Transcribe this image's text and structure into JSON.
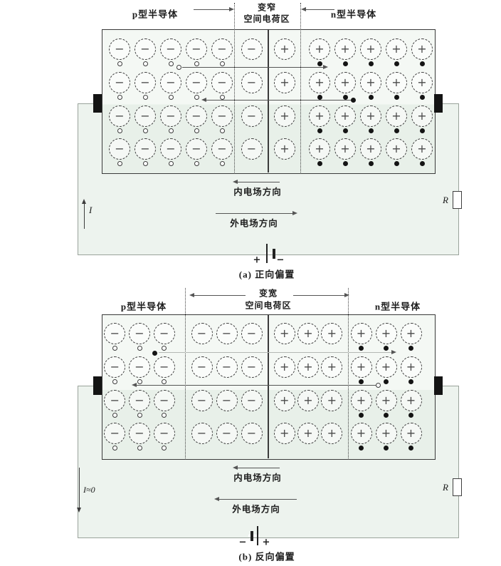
{
  "figure": {
    "subject": "pn-junction bias diagrams"
  },
  "symbols": {
    "negative_ion": "−",
    "positive_ion": "+"
  },
  "diagrams": [
    {
      "caption": "(a) 正向偏置",
      "p_region_label": "p型半导体",
      "n_region_label": "n型半导体",
      "depletion_label_top": "变窄",
      "depletion_label_bottom": "空间电荷区",
      "internal_field_label": "内电场方向",
      "external_field_label": "外电场方向",
      "current_label": "I",
      "resistor_label": "R",
      "battery_left_terminal": "+",
      "battery_right_terminal": "−",
      "structure": {
        "rows": 4,
        "p_columns": 5,
        "depletion_negative_columns": 1,
        "depletion_positive_columns": 1,
        "n_columns": 5,
        "p_carriers": "holes",
        "n_carriers": "electrons"
      }
    },
    {
      "caption": "(b) 反向偏置",
      "p_region_label": "p型半导体",
      "n_region_label": "n型半导体",
      "depletion_label_top": "变宽",
      "depletion_label_bottom": "空间电荷区",
      "internal_field_label": "内电场方向",
      "external_field_label": "外电场方向",
      "current_label": "I≈0",
      "resistor_label": "R",
      "battery_left_terminal": "−",
      "battery_right_terminal": "+",
      "structure": {
        "rows": 4,
        "p_columns": 3,
        "depletion_negative_columns": 3,
        "depletion_positive_columns": 3,
        "n_columns": 3,
        "p_carriers": "holes",
        "n_carriers": "electrons"
      }
    }
  ]
}
